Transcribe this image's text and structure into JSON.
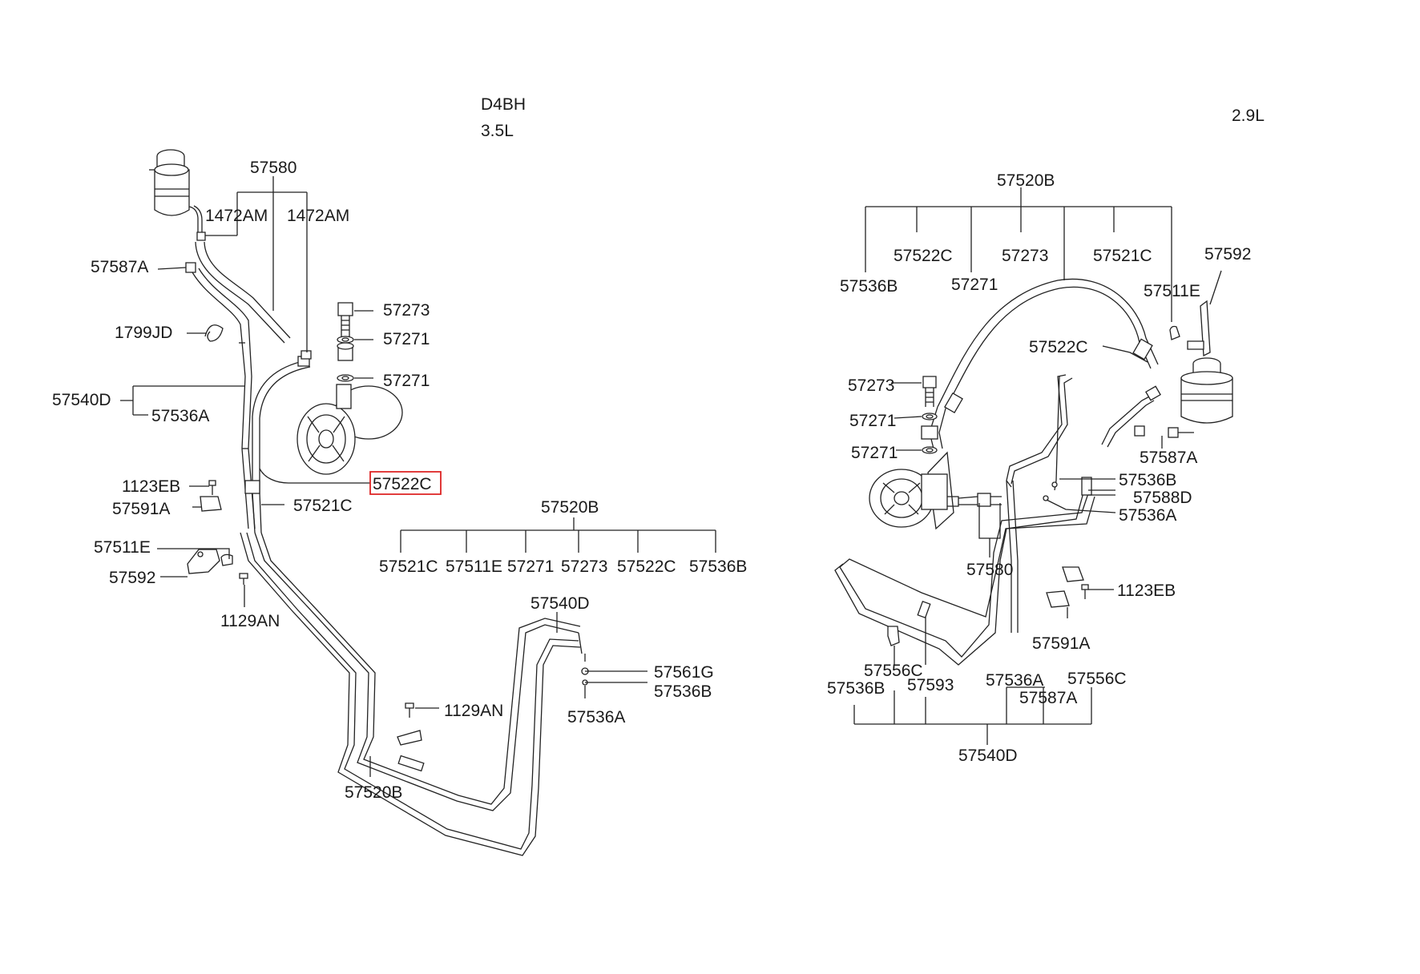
{
  "left_diagram": {
    "engine_code": "D4BH",
    "displacement": "3.5L",
    "labels": {
      "l_57580": "57580",
      "l_1472AM_a": "1472AM",
      "l_1472AM_b": "1472AM",
      "l_57587A": "57587A",
      "l_1799JD": "1799JD",
      "l_57273": "57273",
      "l_57271_a": "57271",
      "l_57271_b": "57271",
      "l_57540D": "57540D",
      "l_57536A": "57536A",
      "l_57522C": "57522C",
      "l_1123EB": "1123EB",
      "l_57591A": "57591A",
      "l_57521C": "57521C",
      "l_57511E": "57511E",
      "l_57592": "57592",
      "l_1129AN": "1129AN",
      "l_57520B": "57520B",
      "l_57540D_b": "57540D",
      "l_57561G": "57561G",
      "l_57536B": "57536B",
      "l_57536A_b": "57536A",
      "l_1129AN_b": "1129AN",
      "l_57520B_b": "57520B"
    },
    "group_57520B_children": [
      "57521C",
      "57511E",
      "57271",
      "57273",
      "57522C",
      "57536B"
    ],
    "highlighted_part": "57522C"
  },
  "right_diagram": {
    "displacement": "2.9L",
    "labels": {
      "r_57520B": "57520B",
      "r_57522C_a": "57522C",
      "r_57273_a": "57273",
      "r_57521C": "57521C",
      "r_57592": "57592",
      "r_57536B_a": "57536B",
      "r_57271_a": "57271",
      "r_57511E": "57511E",
      "r_57522C_b": "57522C",
      "r_57273_b": "57273",
      "r_57271_b": "57271",
      "r_57271_c": "57271",
      "r_57587A": "57587A",
      "r_57536B_b": "57536B",
      "r_57588D": "57588D",
      "r_57536A": "57536A",
      "r_57580": "57580",
      "r_1123EB": "1123EB",
      "r_57591A": "57591A",
      "r_57556C_a": "57556C",
      "r_57536B_c": "57536B",
      "r_57593": "57593",
      "r_57536A_b": "57536A",
      "r_57556C_b": "57556C",
      "r_57587A_b": "57587A",
      "r_57540D": "57540D"
    }
  },
  "colors": {
    "line": "#222222",
    "highlight": "#dd2222",
    "background": "#ffffff"
  }
}
